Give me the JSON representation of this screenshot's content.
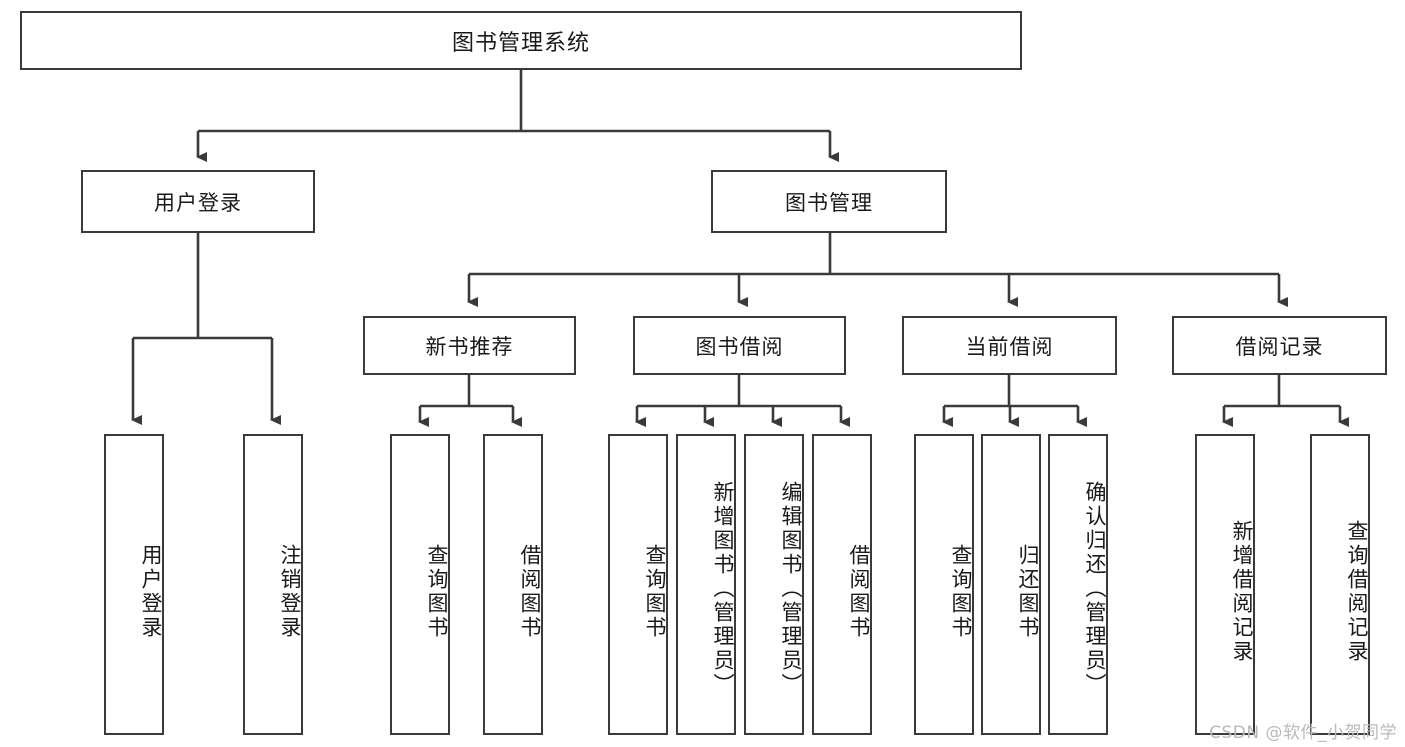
{
  "diagram": {
    "type": "tree-hierarchy",
    "title": "图书管理系统",
    "root": {
      "id": "root",
      "label": "图书管理系统",
      "orientation": "horizontal"
    },
    "level1": [
      {
        "id": "user-login",
        "label": "用户登录",
        "orientation": "horizontal"
      },
      {
        "id": "book-manage",
        "label": "图书管理",
        "orientation": "horizontal"
      }
    ],
    "level2": [
      {
        "id": "new-book-recommend",
        "label": "新书推荐",
        "orientation": "horizontal",
        "parent": "book-manage"
      },
      {
        "id": "book-borrow",
        "label": "图书借阅",
        "orientation": "horizontal",
        "parent": "book-manage"
      },
      {
        "id": "current-borrow",
        "label": "当前借阅",
        "orientation": "horizontal",
        "parent": "book-manage"
      },
      {
        "id": "borrow-record",
        "label": "借阅记录",
        "orientation": "horizontal",
        "parent": "book-manage"
      }
    ],
    "leaves": [
      {
        "id": "leaf-user-login",
        "label": "用户登录",
        "orientation": "vertical",
        "parent": "user-login"
      },
      {
        "id": "leaf-user-logout",
        "label": "注销登录",
        "orientation": "vertical",
        "parent": "user-login"
      },
      {
        "id": "leaf-query-book-1",
        "label": "查询图书",
        "orientation": "vertical",
        "parent": "new-book-recommend"
      },
      {
        "id": "leaf-borrow-book-1",
        "label": "借阅图书",
        "orientation": "vertical",
        "parent": "new-book-recommend"
      },
      {
        "id": "leaf-query-book-2",
        "label": "查询图书",
        "orientation": "vertical",
        "parent": "book-borrow"
      },
      {
        "id": "leaf-add-book",
        "label": "新增图书（管理员）",
        "orientation": "vertical",
        "parent": "book-borrow"
      },
      {
        "id": "leaf-edit-book",
        "label": "编辑图书（管理员）",
        "orientation": "vertical",
        "parent": "book-borrow"
      },
      {
        "id": "leaf-borrow-book-2",
        "label": "借阅图书",
        "orientation": "vertical",
        "parent": "book-borrow"
      },
      {
        "id": "leaf-query-book-3",
        "label": "查询图书",
        "orientation": "vertical",
        "parent": "current-borrow"
      },
      {
        "id": "leaf-return-book",
        "label": "归还图书",
        "orientation": "vertical",
        "parent": "current-borrow"
      },
      {
        "id": "leaf-confirm-return",
        "label": "确认归还（管理员）",
        "orientation": "vertical",
        "parent": "current-borrow"
      },
      {
        "id": "leaf-add-record",
        "label": "新增借阅记录",
        "orientation": "vertical",
        "parent": "borrow-record"
      },
      {
        "id": "leaf-query-record",
        "label": "查询借阅记录",
        "orientation": "vertical",
        "parent": "borrow-record"
      }
    ],
    "watermark": "CSDN @软件_小贺同学",
    "colors": {
      "stroke": "#3a3a3a",
      "fill": "#ffffff",
      "text": "#1a1a1a",
      "watermark": "#b9b9b9"
    }
  }
}
